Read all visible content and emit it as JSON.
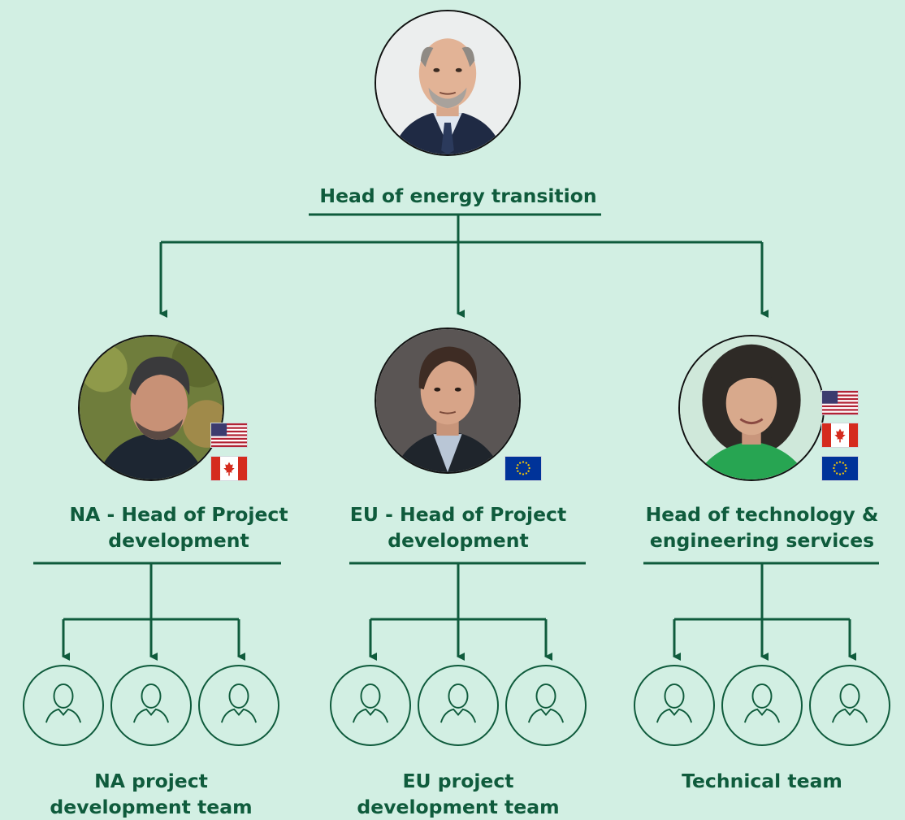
{
  "head": {
    "title": "Head of energy transition",
    "portrait_label": "person-photo"
  },
  "managers": [
    {
      "key": "na",
      "title_lines": [
        "NA - Head of Project",
        "development"
      ],
      "flags": [
        "us-flag-icon",
        "canada-flag-icon"
      ],
      "team": {
        "label_lines": [
          "NA project",
          "development team"
        ]
      }
    },
    {
      "key": "eu",
      "title_lines": [
        "EU - Head of Project",
        "development"
      ],
      "flags": [
        "eu-flag-icon"
      ],
      "team": {
        "label_lines": [
          "EU project",
          "development team"
        ]
      }
    },
    {
      "key": "tech",
      "title_lines": [
        "Head of technology &",
        "engineering services"
      ],
      "flags": [
        "us-flag-icon",
        "canada-flag-icon",
        "eu-flag-icon"
      ],
      "team": {
        "label_lines": [
          "Technical team"
        ]
      }
    }
  ],
  "colors": {
    "background": "#d2efe3",
    "accent": "#0f5b3c"
  }
}
